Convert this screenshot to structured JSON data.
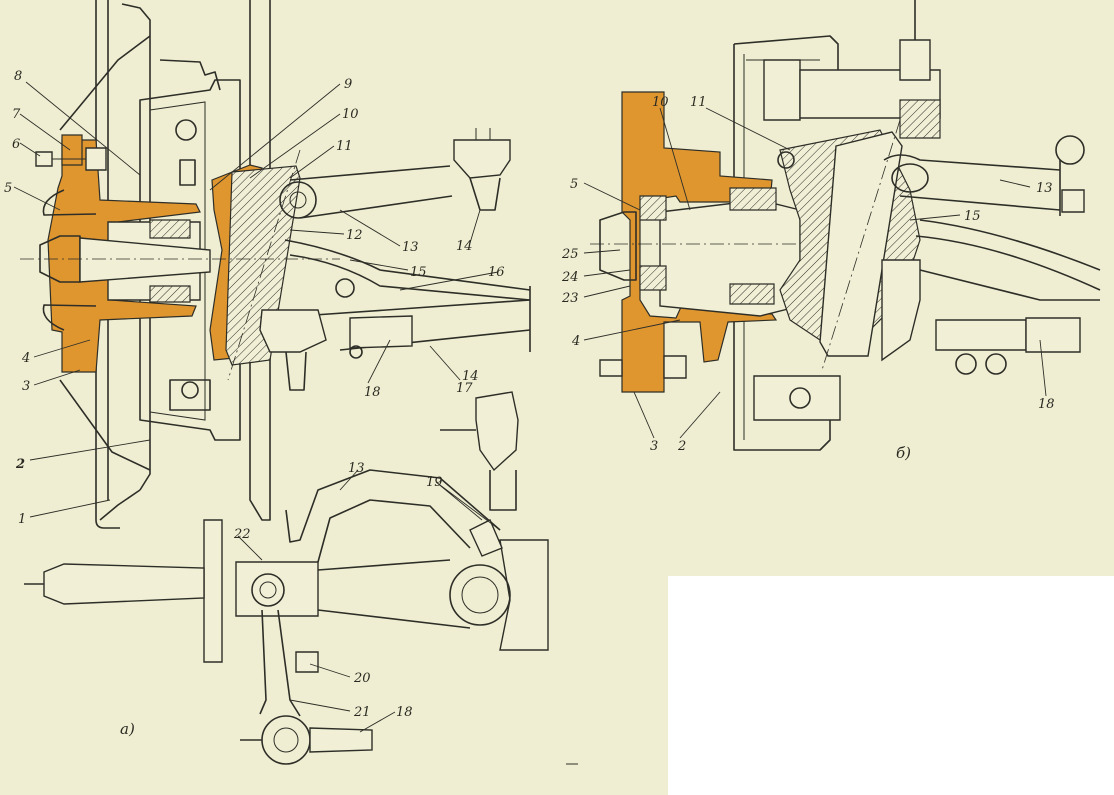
{
  "colors": {
    "background": "#efeed2",
    "section_fill": "#e0962f",
    "line": "#2e2e28",
    "blank_corner": "#ffffff"
  },
  "captions": {
    "left_view": "а)",
    "right_view": "б)"
  },
  "labels_left": [
    "8",
    "9",
    "10",
    "11",
    "7",
    "6",
    "5",
    "12",
    "13",
    "14",
    "15",
    "16",
    "4",
    "3",
    "18",
    "17",
    "14",
    "2",
    "1",
    "13",
    "19",
    "22",
    "20",
    "21",
    "18"
  ],
  "labels_right": [
    "10",
    "11",
    "5",
    "13",
    "15",
    "25",
    "24",
    "23",
    "4",
    "18",
    "3",
    "2"
  ]
}
